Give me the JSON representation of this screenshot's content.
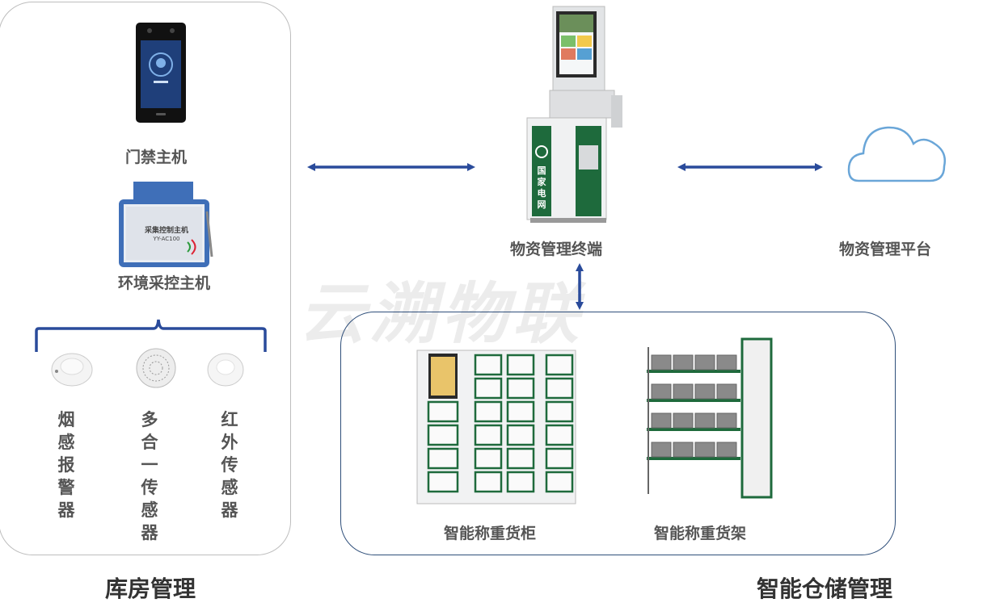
{
  "watermark": "云溯物联",
  "sections": {
    "warehouse": "库房管理",
    "smart_storage": "智能仓储管理"
  },
  "nodes": {
    "access_host": "门禁主机",
    "env_host": "环境采控主机",
    "env_device_text": "采集控制主机",
    "env_device_model": "YY-AC100",
    "terminal": "物资管理终端",
    "terminal_brand": "国家电网",
    "platform": "物资管理平台",
    "cabinet": "智能称重货柜",
    "shelf": "智能称重货架"
  },
  "sensors": [
    {
      "label": [
        "烟",
        "感",
        "报",
        "警",
        "器"
      ]
    },
    {
      "label": [
        "多",
        "合",
        "一",
        "传",
        "感",
        "器"
      ]
    },
    {
      "label": [
        "红",
        "外",
        "传",
        "感",
        "器"
      ]
    }
  ],
  "colors": {
    "arrow": "#2a4b9b",
    "green": "#1e6a3c",
    "panel_border": "#2f4f7a",
    "env_blue": "#3f6fb8"
  }
}
